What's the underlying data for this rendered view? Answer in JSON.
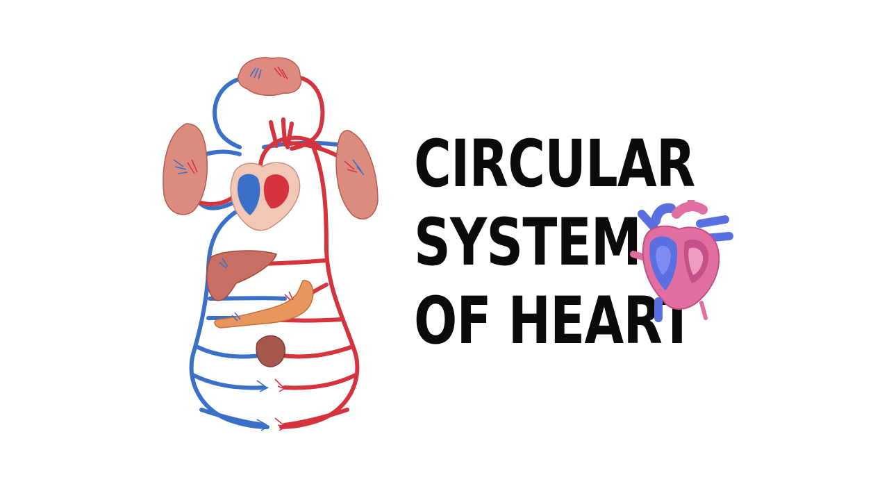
{
  "title": {
    "line1": "CIRCULAR",
    "line2": "SYSTEM",
    "line3": "OF HEART"
  },
  "icons": {
    "diagram": "circulatory-system-illustration",
    "heart": "anatomical-heart-icon"
  },
  "colors": {
    "artery": "#d5333d",
    "vein": "#3b70c8",
    "organ": "#d9877c",
    "heart_pink": "#e06ea0",
    "heart_blue": "#5a6fe0",
    "text": "#0b0b0b"
  }
}
